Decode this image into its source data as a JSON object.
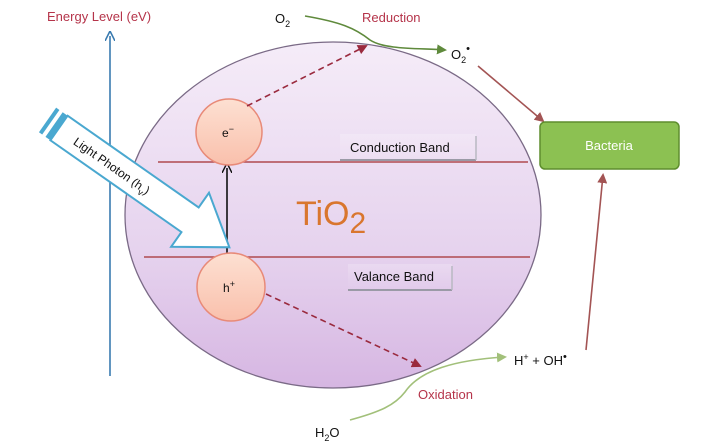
{
  "labels": {
    "energy_axis": "Energy Level (eV)",
    "o2": "O",
    "o2_sub": "2",
    "reduction": "Reduction",
    "o2_radical": "O",
    "o2_radical_sub": "2",
    "radical_dot": "•",
    "bacteria": "Bacteria",
    "electron": "e",
    "electron_sup": "−",
    "hole": "h",
    "hole_sup": "+",
    "conduction_band": "Conduction Band",
    "valance_band": "Valance Band",
    "tio2": "TiO",
    "tio2_sub": "2",
    "photon": "Light Photon (h",
    "photon_sub": "v",
    "photon_close": ")",
    "products_h": "H",
    "products_h_sup": "+",
    "products_mid": " + OH",
    "products_dot": "•",
    "oxidation": "Oxidation",
    "h2o_h": "H",
    "h2o_sub": "2",
    "h2o_o": "O"
  },
  "colors": {
    "red_label": "#b5344a",
    "axis_blue": "#3a7bb0",
    "green_arrow": "#5f8a3c",
    "light_green_arrow": "#a2c07a",
    "dark_red": "#9a2a3e",
    "brown_red": "#a35454",
    "bacteria_fill": "#8cc152",
    "bacteria_border": "#5e8e2e",
    "orb_fill": "#fbd0c0",
    "orb_stroke": "#e88a78",
    "band_line": "#b04a50",
    "tio2_text": "#d9762e",
    "photon_border": "#4aa8d0"
  }
}
